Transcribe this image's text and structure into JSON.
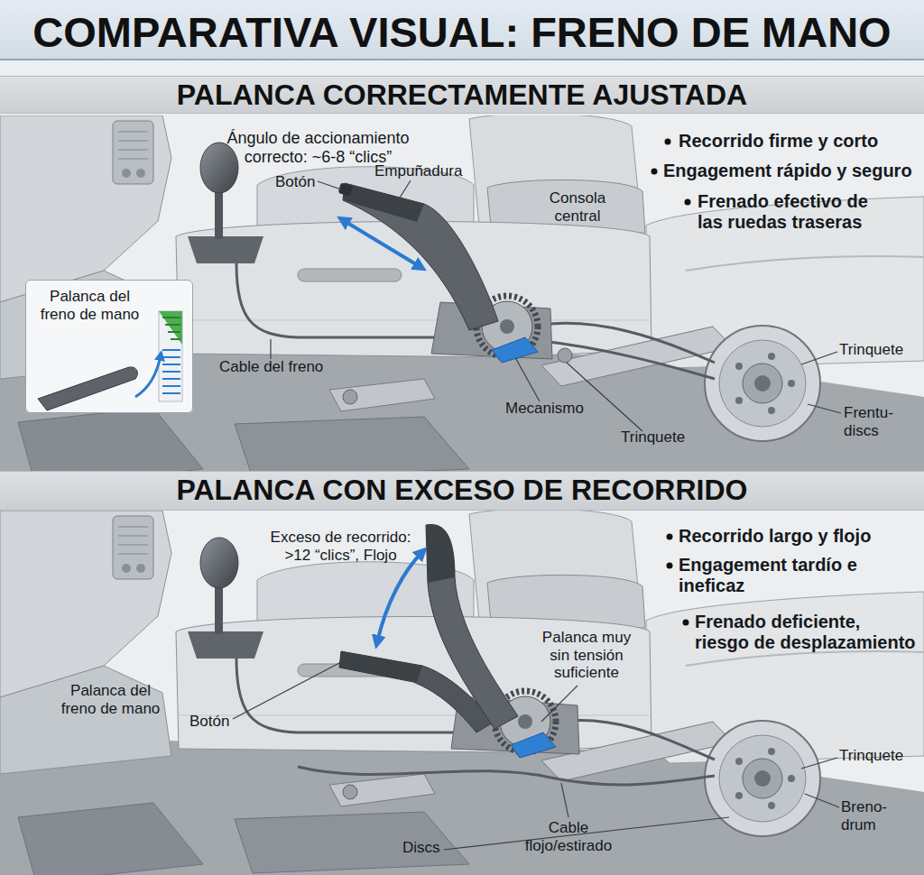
{
  "diagram": {
    "title": "COMPARATIVA VISUAL: FRENO DE MANO",
    "nodes": [
      {
        "text": [
          "PALANCA CORRECTAMENTE AJUSTADA"
        ]
      },
      {
        "text": [
          "Palanca del freno de mano"
        ]
      },
      {
        "text": [
          "PALANCA CON EXCESO DE RECORRIDO"
        ]
      }
    ],
    "labels": [
      "Ángulo de accionamiento correcto: ~6-8 “clics”",
      "Botón",
      "Empuñadura",
      "Consola central",
      "Recorrido firme y corto",
      "Engagement rápido y seguro",
      "Frenado efectivo de las ruedas traseras",
      "Cable del freno",
      "Mecanismo",
      "Trinquete",
      "Trinquete",
      "Frentu- discs",
      "Exceso de recorrido: >12 “clics”, Flojo",
      "Palanca del freno de mano",
      "Botón",
      "Palanca muy sin tensión suficiente",
      "Recorrido largo y flojo",
      "Engagement tardío e ineficaz",
      "Frenado deficiente, riesgo de desplazamiento",
      "Cable flojo/estirado",
      "Discs",
      "Trinquete",
      "Breno- drum"
    ]
  }
}
